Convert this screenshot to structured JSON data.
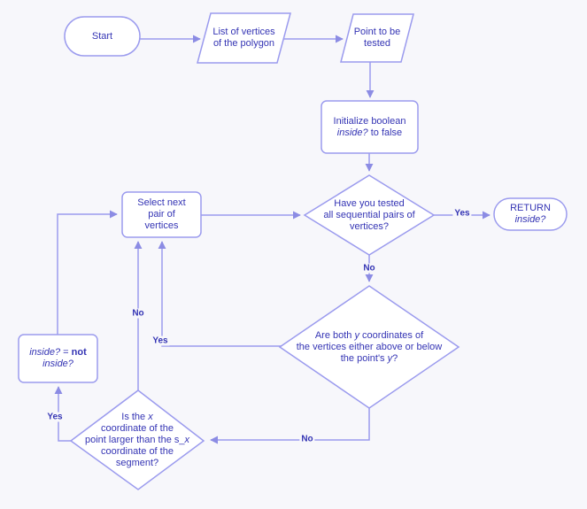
{
  "colors": {
    "bg": "#f7f7fb",
    "node_fill": "#ffffff",
    "line": "#9b9bee",
    "arrow": "#8c8ce4",
    "text": "#3434b4"
  },
  "nodes": {
    "start": {
      "shape": "terminal",
      "lines": [
        [
          {
            "t": "Start"
          }
        ]
      ]
    },
    "list_vertices": {
      "shape": "input-parallelogram",
      "lines": [
        [
          {
            "t": "List of vertices"
          }
        ],
        [
          {
            "t": "of the polygon"
          }
        ]
      ]
    },
    "point_tested": {
      "shape": "input-parallelogram",
      "lines": [
        [
          {
            "t": "Point to be"
          }
        ],
        [
          {
            "t": "tested"
          }
        ]
      ]
    },
    "init_inside": {
      "shape": "process",
      "lines": [
        [
          {
            "t": "Initialize boolean"
          }
        ],
        [
          {
            "t": "inside?",
            "s": "i"
          },
          {
            "t": " to false"
          }
        ]
      ]
    },
    "tested_all_pairs": {
      "shape": "decision",
      "lines": [
        [
          {
            "t": "Have you tested"
          }
        ],
        [
          {
            "t": "all sequential pairs of"
          }
        ],
        [
          {
            "t": "vertices?"
          }
        ]
      ]
    },
    "return_inside": {
      "shape": "terminal",
      "lines": [
        [
          {
            "t": "RETURN"
          }
        ],
        [
          {
            "t": "inside?",
            "s": "i"
          }
        ]
      ]
    },
    "select_next_pair": {
      "shape": "process",
      "lines": [
        [
          {
            "t": "Select next"
          }
        ],
        [
          {
            "t": "pair of"
          }
        ],
        [
          {
            "t": "vertices"
          }
        ]
      ]
    },
    "y_coords_check": {
      "shape": "decision",
      "lines": [
        [
          {
            "t": "Are both "
          },
          {
            "t": "y",
            "s": "i"
          },
          {
            "t": " coordinates of"
          }
        ],
        [
          {
            "t": "the vertices either above or below"
          }
        ],
        [
          {
            "t": "the point's "
          },
          {
            "t": "y",
            "s": "i"
          },
          {
            "t": "?"
          }
        ]
      ]
    },
    "x_coord_check": {
      "shape": "decision",
      "lines": [
        [
          {
            "t": "Is the "
          },
          {
            "t": "x",
            "s": "i"
          }
        ],
        [
          {
            "t": "coordinate of the"
          }
        ],
        [
          {
            "t": "point larger than the s_"
          },
          {
            "t": "x",
            "s": "i"
          }
        ],
        [
          {
            "t": "coordinate of the"
          }
        ],
        [
          {
            "t": "segment?"
          }
        ]
      ]
    },
    "invert_inside": {
      "shape": "process",
      "lines": [
        [
          {
            "t": "inside?",
            "s": "i"
          },
          {
            "t": " = "
          },
          {
            "t": "not",
            "s": "b"
          }
        ],
        [
          {
            "t": "inside?",
            "s": "i"
          }
        ]
      ]
    }
  },
  "edge_labels": {
    "tested_all_yes": "Yes",
    "tested_all_no": "No",
    "ycheck_yes": "Yes",
    "ycheck_no": "No",
    "xcheck_no": "No",
    "xcheck_yes": "Yes"
  }
}
